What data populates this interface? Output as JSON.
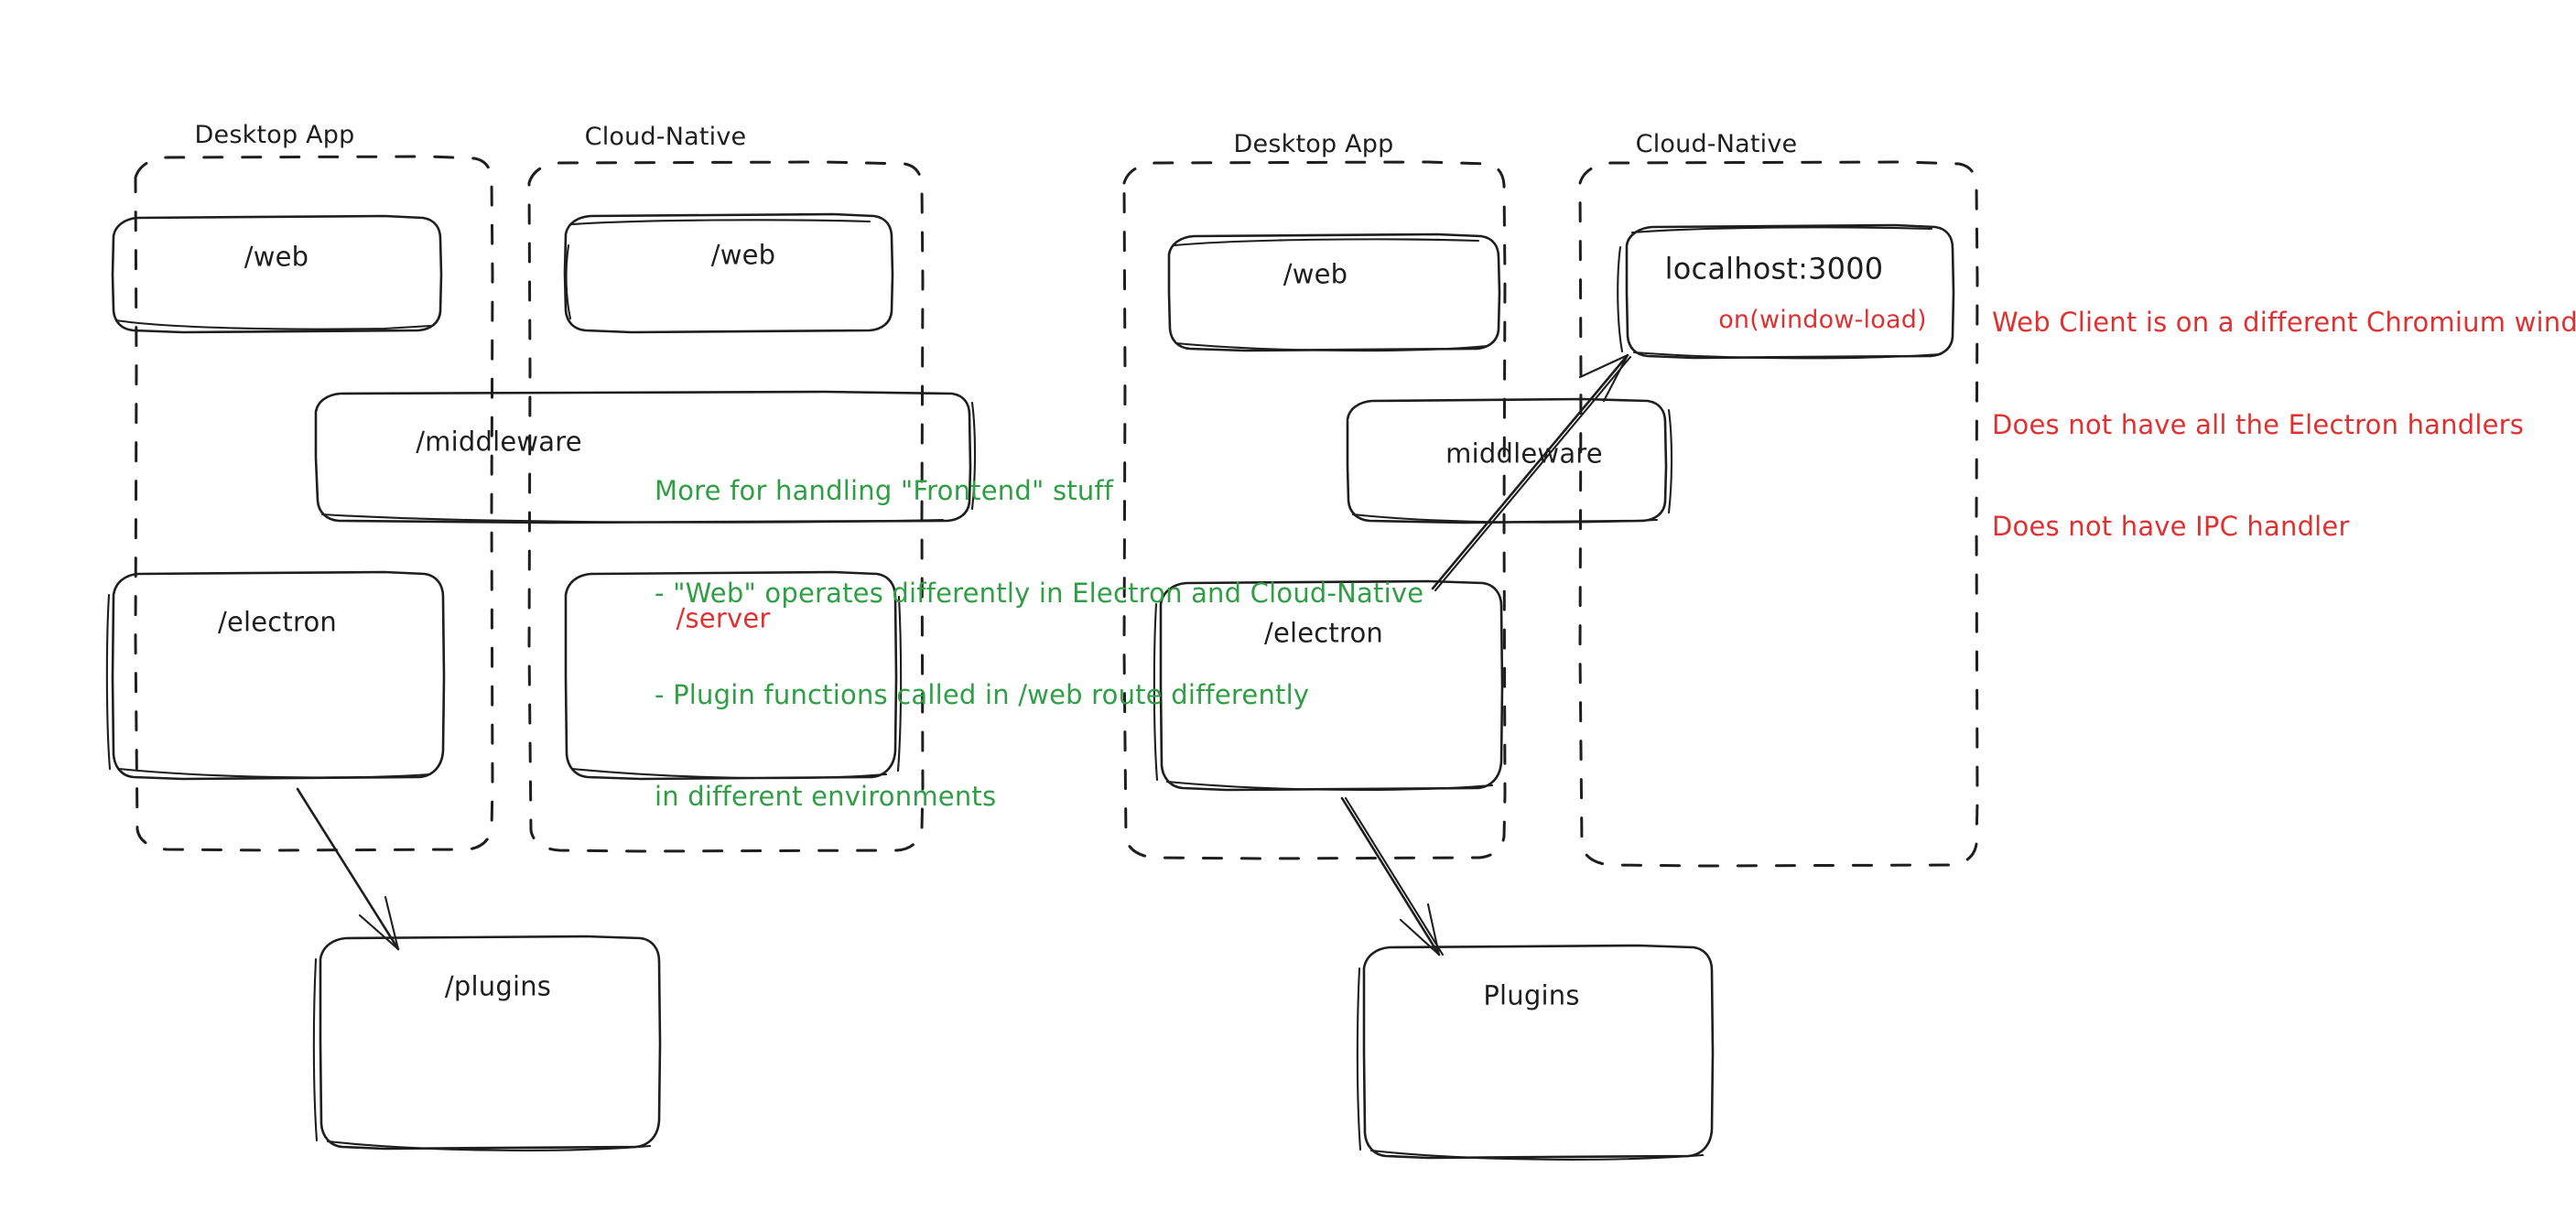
{
  "diagram": {
    "title_left_desktop": "Desktop App",
    "title_left_cloud": "Cloud-Native",
    "title_right_desktop": "Desktop App",
    "title_right_cloud": "Cloud-Native",
    "colors": {
      "stroke": "#1e1e1e",
      "green": "#2f9e44",
      "red": "#e03131",
      "background": "#ffffff"
    },
    "left_panel": {
      "desktop_group_label": "Desktop App",
      "cloud_group_label": "Cloud-Native",
      "boxes": [
        {
          "id": "left-desktop-web",
          "label": "/web",
          "color": "black"
        },
        {
          "id": "left-cloud-web",
          "label": "/web",
          "color": "black"
        },
        {
          "id": "left-middleware",
          "label": "/middleware",
          "color": "black"
        },
        {
          "id": "left-electron",
          "label": "/electron",
          "color": "black"
        },
        {
          "id": "left-server",
          "label": "/server",
          "color": "red"
        },
        {
          "id": "left-plugins",
          "label": "/plugins",
          "color": "black"
        }
      ],
      "note_green": [
        "More for handling \"Frontend\" stuff",
        "- \"Web\" operates differently in Electron and Cloud-Native",
        "- Plugin functions called in /web route differently",
        "in different environments"
      ]
    },
    "right_panel": {
      "desktop_group_label": "Desktop App",
      "cloud_group_label": "Cloud-Native",
      "boxes": [
        {
          "id": "right-desktop-web",
          "label": "/web",
          "color": "black"
        },
        {
          "id": "right-localhost",
          "label": "localhost:3000",
          "sublabel": "on(window-load)",
          "color": "black",
          "sublabel_color": "red"
        },
        {
          "id": "right-middleware",
          "label": "middleware",
          "color": "black"
        },
        {
          "id": "right-electron",
          "label": "/electron",
          "color": "black"
        },
        {
          "id": "right-plugins",
          "label": "Plugins",
          "color": "black"
        }
      ],
      "note_red": [
        "Web Client is on a different Chromium window",
        "Does not have all the Electron handlers",
        "Does not have IPC handler"
      ]
    }
  }
}
